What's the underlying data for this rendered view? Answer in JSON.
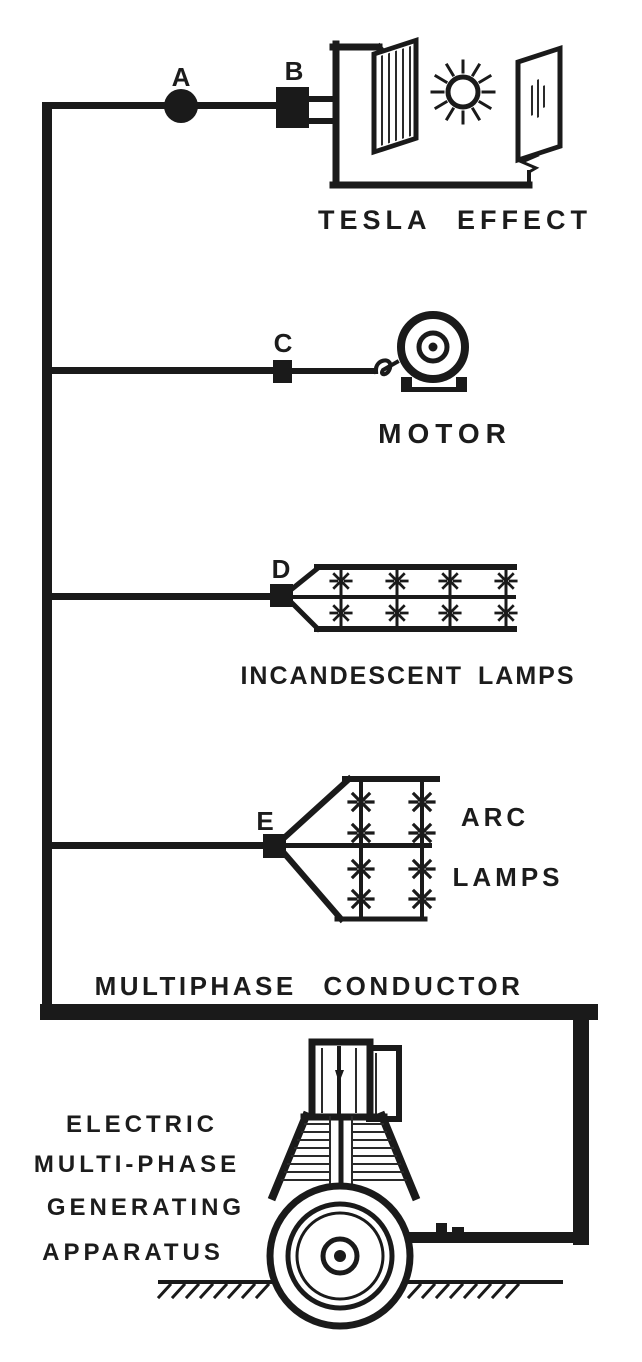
{
  "figure": {
    "kind": "historical multiphase distribution circuit diagram",
    "ink_color": "#1a1a1a",
    "paper_color": "#ffffff",
    "terminals": {
      "a": "A",
      "b": "B",
      "c": "C",
      "d": "D",
      "e": "E"
    },
    "captions": {
      "tesla_effect": "TESLA EFFECT",
      "motor": "MOTOR",
      "incandescent_lamps": "INCANDESCENT LAMPS",
      "arc_line1": "ARC",
      "arc_line2": "LAMPS",
      "multiphase_conductor": "MULTIPHASE CONDUCTOR",
      "generator": [
        "ELECTRIC",
        "MULTI-PHASE",
        "GENERATING",
        "APPARATUS"
      ]
    },
    "branches": [
      {
        "terminals": [
          "A",
          "B"
        ],
        "load": "TESLA EFFECT"
      },
      {
        "terminals": [
          "C"
        ],
        "load": "MOTOR"
      },
      {
        "terminals": [
          "D"
        ],
        "load": "INCANDESCENT LAMPS"
      },
      {
        "terminals": [
          "E"
        ],
        "load": "ARC LAMPS"
      }
    ],
    "lamp_counts": {
      "incandescent": 8,
      "arc": 8
    }
  }
}
